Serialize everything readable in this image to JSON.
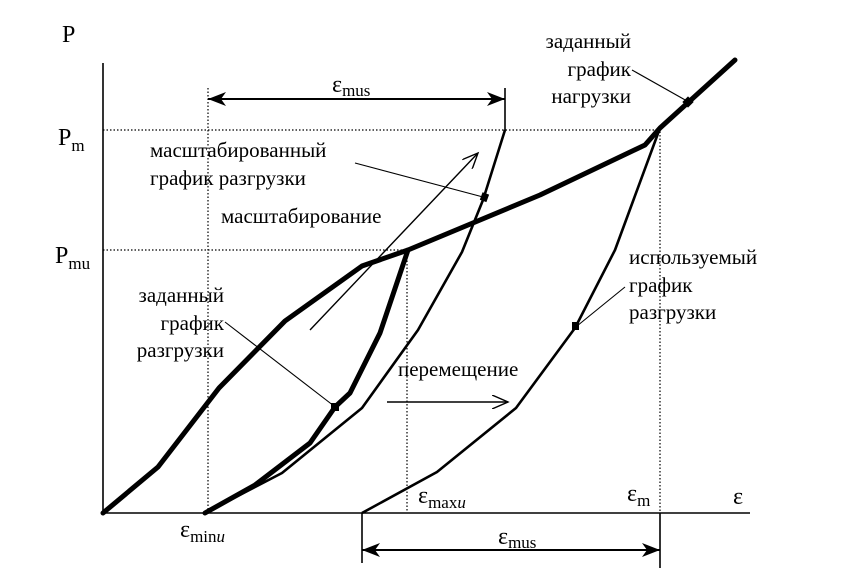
{
  "diagram": {
    "axes": {
      "y_label": "P",
      "x_label": "ε",
      "y_ticks": [
        {
          "main": "P",
          "sub": "m"
        },
        {
          "main": "P",
          "sub": "mu"
        }
      ],
      "x_ticks": [
        {
          "main": "ε",
          "sub": "min",
          "sub_italic": "u"
        },
        {
          "main": "ε",
          "sub": "max",
          "sub_italic": "u"
        },
        {
          "main": "ε",
          "sub": "m"
        }
      ]
    },
    "dimensions": {
      "top": {
        "main": "ε",
        "sub": "mus"
      },
      "bottom": {
        "main": "ε",
        "sub": "mus"
      }
    },
    "annotations": {
      "loading_curve": [
        "заданный",
        "график",
        "нагрузки"
      ],
      "given_unloading": [
        "заданный",
        "график",
        "разгрузки"
      ],
      "scaled_unloading": [
        "масштабированный",
        "график разгрузки"
      ],
      "used_unloading": [
        "используемый",
        "график",
        "разгрузки"
      ],
      "scaling": "масштабирование",
      "moving": "перемещение"
    },
    "colors": {
      "line": "#000000",
      "background": "#ffffff"
    }
  },
  "chart_data": {
    "type": "line",
    "title": "",
    "xlabel": "ε",
    "ylabel": "P",
    "series": [
      {
        "name": "заданный график нагрузки",
        "style": "thick",
        "points": [
          [
            0,
            0
          ],
          [
            55,
            46
          ],
          [
            116,
            125
          ],
          [
            182,
            192
          ],
          [
            259,
            247
          ],
          [
            305,
            263
          ],
          [
            437,
            318
          ],
          [
            542,
            368
          ],
          [
            557,
            385
          ],
          [
            632,
            453
          ]
        ]
      },
      {
        "name": "заданный график разгрузки",
        "style": "thick",
        "points": [
          [
            102,
            0
          ],
          [
            152,
            28
          ],
          [
            207,
            70
          ],
          [
            232,
            106
          ],
          [
            247,
            120
          ],
          [
            277,
            180
          ],
          [
            305,
            263
          ]
        ]
      },
      {
        "name": "масштабированный график разгрузки",
        "style": "thin",
        "points": [
          [
            102,
            0
          ],
          [
            179,
            40
          ],
          [
            259,
            105
          ],
          [
            315,
            183
          ],
          [
            359,
            261
          ],
          [
            380,
            313
          ],
          [
            402,
            383
          ]
        ]
      },
      {
        "name": "используемый график разгрузки",
        "style": "thin",
        "points": [
          [
            259,
            0
          ],
          [
            334,
            41
          ],
          [
            413,
            105
          ],
          [
            472,
            185
          ],
          [
            512,
            263
          ],
          [
            557,
            385
          ]
        ]
      }
    ],
    "reference_levels": {
      "P_m": 383,
      "P_mu": 263,
      "eps_min_u": 105,
      "eps_max_u": 304,
      "eps_m": 557
    },
    "grid": false
  }
}
